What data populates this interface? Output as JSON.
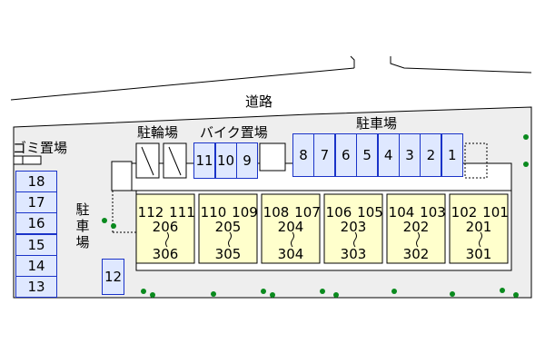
{
  "labels": {
    "road": "道路",
    "garbage": "ゴミ置場",
    "bicycle": "駐輪場",
    "bike": "バイク置場",
    "parking_top": "駐車場",
    "parking_left": "駐車場"
  },
  "parking_top": [
    "8",
    "7",
    "6",
    "5",
    "4",
    "3",
    "2",
    "1"
  ],
  "bike_slots": [
    "11",
    "10",
    "9"
  ],
  "parking_left": [
    "18",
    "17",
    "16",
    "15",
    "14",
    "13"
  ],
  "parking_single": "12",
  "units_floor1": [
    "112",
    "111",
    "110",
    "109",
    "108",
    "107",
    "106",
    "105",
    "104",
    "103",
    "102",
    "101"
  ],
  "units_upper": [
    {
      "floor2": "206",
      "floor3": "306"
    },
    {
      "floor2": "205",
      "floor3": "305"
    },
    {
      "floor2": "204",
      "floor3": "304"
    },
    {
      "floor2": "203",
      "floor3": "303"
    },
    {
      "floor2": "202",
      "floor3": "302"
    },
    {
      "floor2": "201",
      "floor3": "301"
    }
  ],
  "colors": {
    "parking_fill": "#dfe8ff",
    "parking_border": "#1a33c8",
    "building_fill": "#ffffcc",
    "site_fill": "#eeeeee",
    "tree": "#0a8a1e"
  }
}
